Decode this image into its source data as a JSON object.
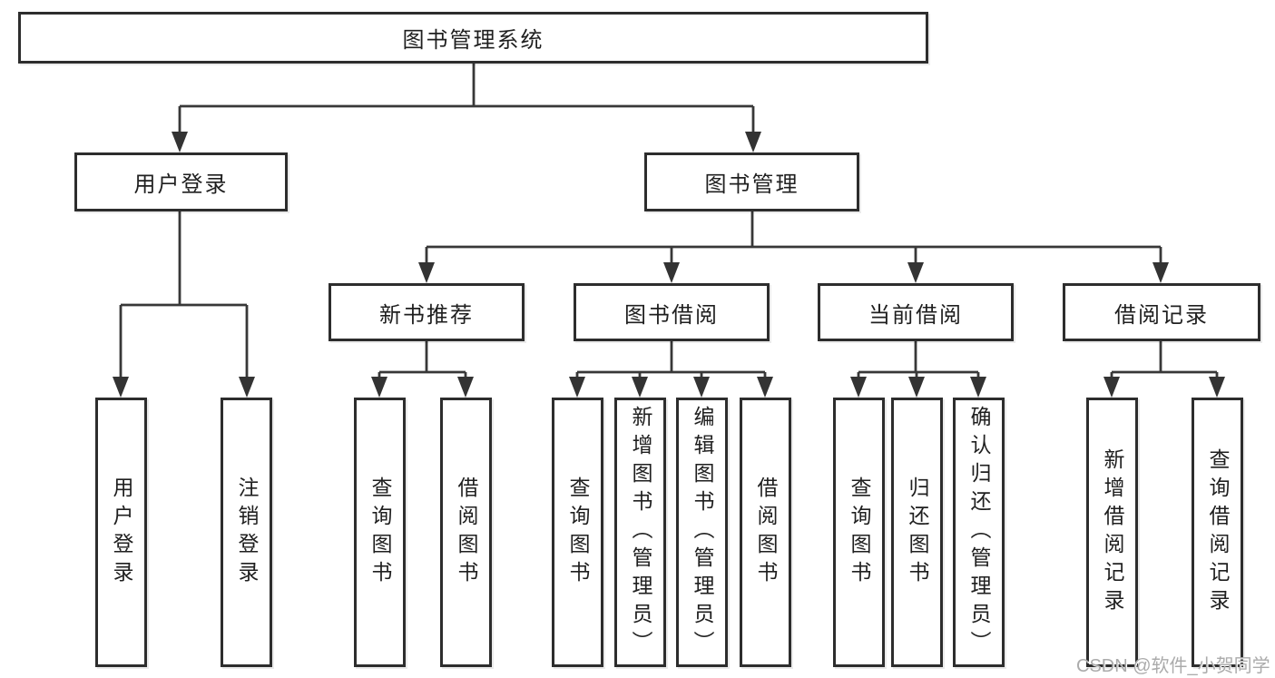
{
  "diagram": {
    "root": {
      "label": "图书管理系统"
    },
    "branches": [
      {
        "label": "用户登录",
        "leaves": [
          {
            "label": "用户登录"
          },
          {
            "label": "注销登录"
          }
        ]
      },
      {
        "label": "图书管理",
        "groups": [
          {
            "label": "新书推荐",
            "leaves": [
              {
                "label": "查询图书"
              },
              {
                "label": "借阅图书"
              }
            ]
          },
          {
            "label": "图书借阅",
            "leaves": [
              {
                "label": "查询图书"
              },
              {
                "label": "新增图书（管理员）"
              },
              {
                "label": "编辑图书（管理员）"
              },
              {
                "label": "借阅图书"
              }
            ]
          },
          {
            "label": "当前借阅",
            "leaves": [
              {
                "label": "查询图书"
              },
              {
                "label": "归还图书"
              },
              {
                "label": "确认归还（管理员）"
              }
            ]
          },
          {
            "label": "借阅记录",
            "leaves": [
              {
                "label": "新增借阅记录"
              },
              {
                "label": "查询借阅记录"
              }
            ]
          }
        ]
      }
    ]
  },
  "watermark": {
    "text": "CSDN @软件_小贺同学"
  },
  "colors": {
    "line": "#383838",
    "box_border": "#2d2d2d",
    "text": "#1f1f1f",
    "watermark": "#ababab",
    "background": "#ffffff"
  }
}
